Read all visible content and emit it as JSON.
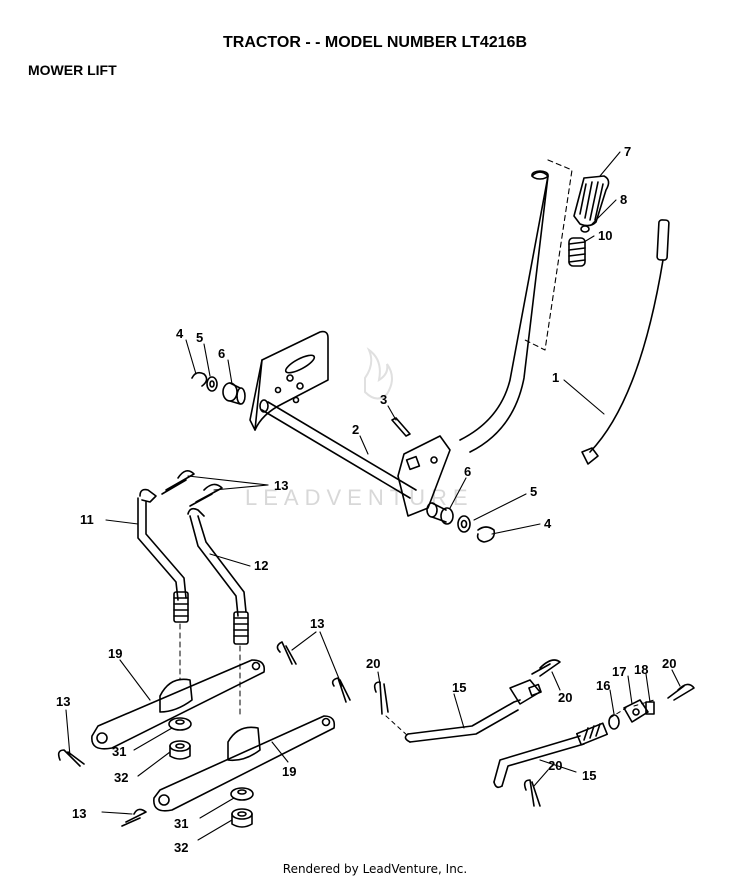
{
  "header": {
    "title": "TRACTOR - - MODEL NUMBER LT4216B",
    "section": "MOWER LIFT"
  },
  "watermark": "LEADVENTURE",
  "footer": "Rendered by LeadVenture, Inc.",
  "callouts": [
    {
      "id": "c7",
      "label": "7"
    },
    {
      "id": "c8",
      "label": "8"
    },
    {
      "id": "c10",
      "label": "10"
    },
    {
      "id": "c1",
      "label": "1"
    },
    {
      "id": "c4a",
      "label": "4"
    },
    {
      "id": "c5a",
      "label": "5"
    },
    {
      "id": "c6a",
      "label": "6"
    },
    {
      "id": "c3",
      "label": "3"
    },
    {
      "id": "c2",
      "label": "2"
    },
    {
      "id": "c13a",
      "label": "13"
    },
    {
      "id": "c6b",
      "label": "6"
    },
    {
      "id": "c5b",
      "label": "5"
    },
    {
      "id": "c4b",
      "label": "4"
    },
    {
      "id": "c11",
      "label": "11"
    },
    {
      "id": "c12",
      "label": "12"
    },
    {
      "id": "c13b",
      "label": "13"
    },
    {
      "id": "c19a",
      "label": "19"
    },
    {
      "id": "c13c",
      "label": "13"
    },
    {
      "id": "c31a",
      "label": "31"
    },
    {
      "id": "c32a",
      "label": "32"
    },
    {
      "id": "c19b",
      "label": "19"
    },
    {
      "id": "c13d",
      "label": "13"
    },
    {
      "id": "c31b",
      "label": "31"
    },
    {
      "id": "c32b",
      "label": "32"
    },
    {
      "id": "c20a",
      "label": "20"
    },
    {
      "id": "c15a",
      "label": "15"
    },
    {
      "id": "c20b",
      "label": "20"
    },
    {
      "id": "c16",
      "label": "16"
    },
    {
      "id": "c17",
      "label": "17"
    },
    {
      "id": "c18",
      "label": "18"
    },
    {
      "id": "c20c",
      "label": "20"
    },
    {
      "id": "c20d",
      "label": "20"
    },
    {
      "id": "c15b",
      "label": "15"
    }
  ]
}
